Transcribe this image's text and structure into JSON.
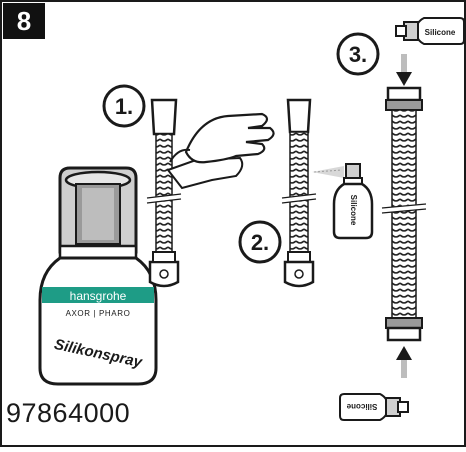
{
  "panel": {
    "step_number": "8",
    "part_number": "97864000",
    "colors": {
      "frame": "#1a1a1a",
      "badge_fill": "#111111",
      "badge_text": "#ffffff",
      "brand_band": "#1e9c86",
      "bottle_top": "#b8b8b8",
      "hose_fill": "#ffffff"
    }
  },
  "steps": [
    {
      "label": "1."
    },
    {
      "label": "2."
    },
    {
      "label": "3."
    }
  ],
  "spray_bottle": {
    "brand": "hansgrohe",
    "sub_brands": "AXOR | PHARO",
    "product_label": "Silikonspray"
  },
  "small_labels": {
    "spray_can_label": "Silicone",
    "top_bottle_label": "Silicone",
    "bottom_bottle_label": "Silicone"
  },
  "icons": [
    "wipe-hand-icon",
    "spray-arrow-icon",
    "insert-arrow-icon"
  ]
}
